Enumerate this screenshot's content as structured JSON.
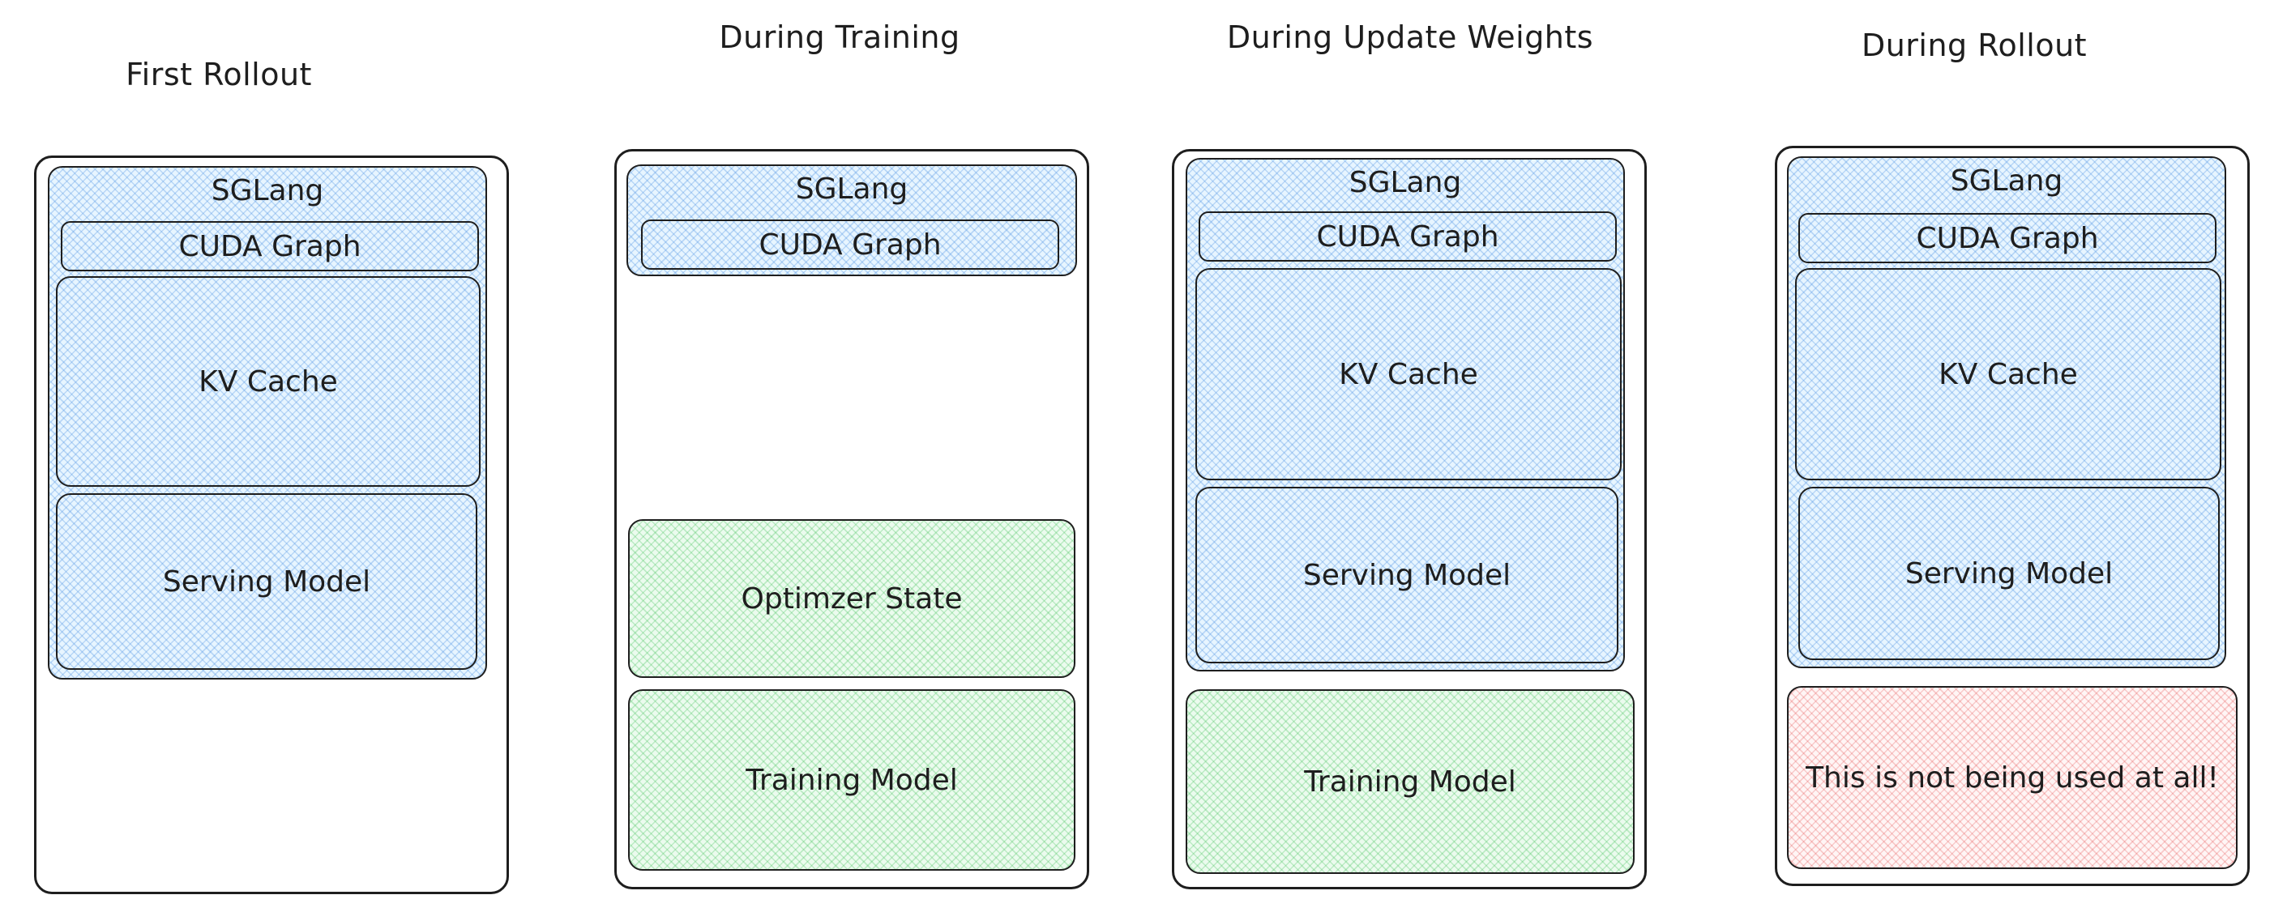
{
  "colors": {
    "stroke": "#1e1e1e",
    "sglang_blue": "#a5d8ff",
    "training_green": "#b2f2bb",
    "unused_red": "#ffc9c9"
  },
  "columns": [
    {
      "title": "First Rollout",
      "sglang": "SGLang",
      "cuda_graph": "CUDA Graph",
      "kv_cache": "KV Cache",
      "serving_model": "Serving Model"
    },
    {
      "title": "During Training",
      "sglang": "SGLang",
      "cuda_graph": "CUDA Graph",
      "optimizer_state": "Optimzer State",
      "training_model": "Training Model"
    },
    {
      "title": "During Update Weights",
      "sglang": "SGLang",
      "cuda_graph": "CUDA Graph",
      "kv_cache": "KV Cache",
      "serving_model": "Serving Model",
      "training_model": "Training Model"
    },
    {
      "title": "During Rollout",
      "sglang": "SGLang",
      "cuda_graph": "CUDA Graph",
      "kv_cache": "KV Cache",
      "serving_model": "Serving Model",
      "unused": "This is not being used at all!"
    }
  ]
}
